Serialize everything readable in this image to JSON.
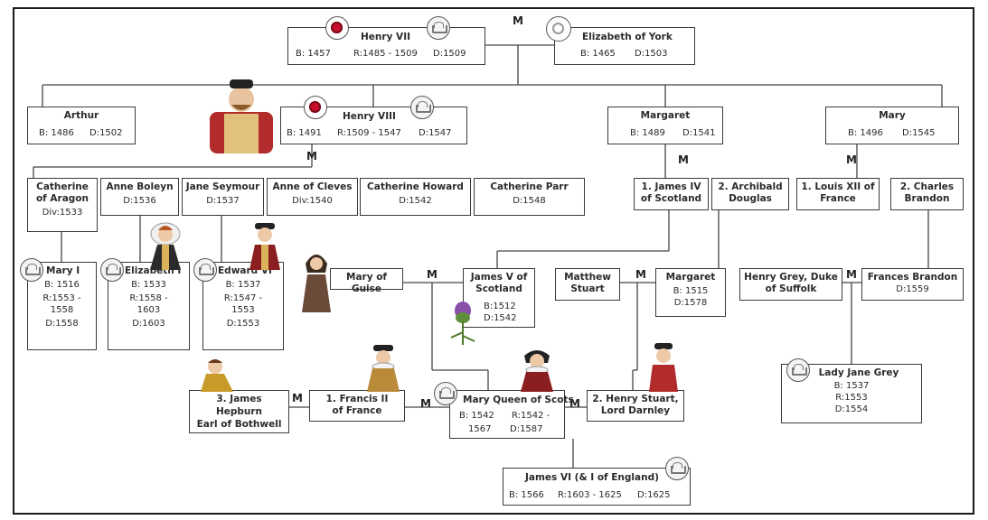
{
  "marriage_marker": "M",
  "people": {
    "henry7": {
      "name": "Henry VII",
      "info1": "B: 1457",
      "info2": "R:1485 - 1509",
      "info3": "D:1509"
    },
    "eliz_york": {
      "name": "Elizabeth of York",
      "info1": "B: 1465",
      "info2": "D:1503"
    },
    "arthur": {
      "name": "Arthur",
      "info1": "B: 1486",
      "info2": "D:1502"
    },
    "henry8": {
      "name": "Henry VIII",
      "info1": "B: 1491",
      "info2": "R:1509 - 1547",
      "info3": "D:1547"
    },
    "margaret": {
      "name": "Margaret",
      "info1": "B: 1489",
      "info2": "D:1541"
    },
    "mary_tudor": {
      "name": "Mary",
      "info1": "B: 1496",
      "info2": "D:1545"
    },
    "cath_aragon": {
      "name": "Catherine\nof Aragon",
      "info": "Div:1533"
    },
    "anne_boleyn": {
      "name": "Anne Boleyn",
      "info": "D:1536"
    },
    "jane_seymour": {
      "name": "Jane Seymour",
      "info": "D:1537"
    },
    "anne_cleves": {
      "name": "Anne of Cleves",
      "info": "Div:1540"
    },
    "cath_howard": {
      "name": "Catherine Howard",
      "info": "D:1542"
    },
    "cath_parr": {
      "name": "Catherine Parr",
      "info": "D:1548"
    },
    "james4": {
      "name": "1. James IV\nof Scotland"
    },
    "archibald": {
      "name": "2. Archibald\nDouglas"
    },
    "louis12": {
      "name": "1. Louis XII of\nFrance"
    },
    "charles_brandon": {
      "name": "2. Charles\nBrandon"
    },
    "mary1": {
      "name": "Mary I",
      "info1": "B: 1516",
      "info2": "R:1553 -\n1558",
      "info3": "D:1558"
    },
    "elizabeth1": {
      "name": "Elizabeth I",
      "info1": "B: 1533",
      "info2": "R:1558 -\n1603",
      "info3": "D:1603"
    },
    "edward6": {
      "name": "Edward VI",
      "info1": "B: 1537",
      "info2": "R:1547 -\n1553",
      "info3": "D:1553"
    },
    "mary_guise": {
      "name": "Mary of Guise"
    },
    "james5": {
      "name": "James V of\nScotland",
      "info1": "B:1512",
      "info2": "D:1542"
    },
    "matthew_stuart": {
      "name": "Matthew\nStuart"
    },
    "margaret_douglas": {
      "name": "Margaret",
      "info1": "B: 1515",
      "info2": "D:1578"
    },
    "henry_grey": {
      "name": "Henry Grey, Duke\nof Suffolk"
    },
    "frances_brandon": {
      "name": "Frances Brandon",
      "info": "D:1559"
    },
    "lady_jane_grey": {
      "name": "Lady Jane Grey",
      "info1": "B: 1537",
      "info2": "R:1553",
      "info3": "D:1554"
    },
    "bothwell": {
      "name": "3. James\nHepburn\nEarl of Bothwell"
    },
    "francis2": {
      "name": "1. Francis II\nof France"
    },
    "mary_scots": {
      "name": "Mary Queen of Scots",
      "info1": "B: 1542",
      "info2": "R:1542 -",
      "info3": "1567",
      "info4": "D:1587"
    },
    "darnley": {
      "name": "2. Henry Stuart,\nLord Darnley"
    },
    "james6": {
      "name": "James VI (& I of England)",
      "info1": "B: 1566",
      "info2": "R:1603 - 1625",
      "info3": "D:1625"
    }
  },
  "icons": {
    "tudor_rose_color": "#c8102e",
    "crown": "crown-icon",
    "white_rose": "white-rose-icon",
    "thistle": "thistle-icon"
  }
}
